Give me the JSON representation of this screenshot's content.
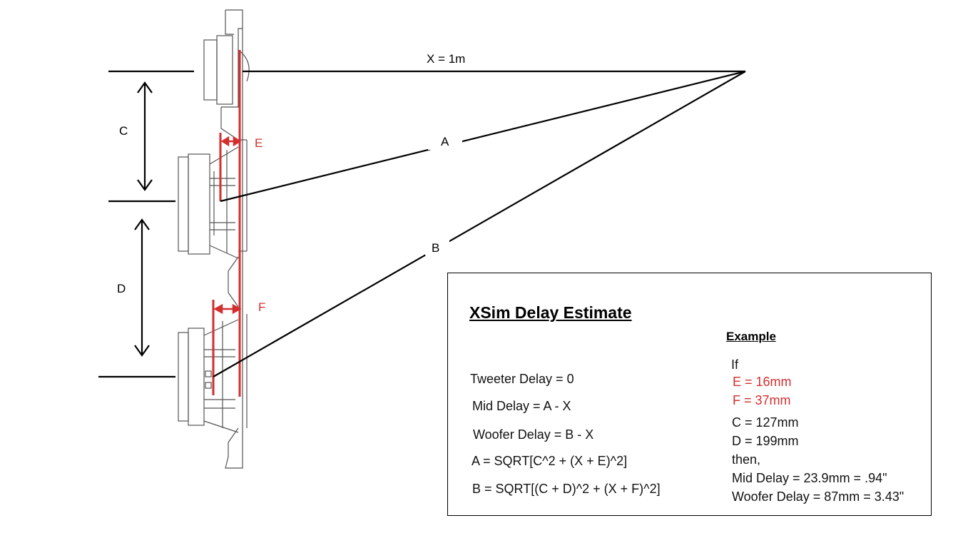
{
  "diagram": {
    "labels": {
      "x": "X = 1m",
      "a": "A",
      "b": "B",
      "c": "C",
      "d": "D",
      "e": "E",
      "f": "F"
    },
    "colors": {
      "line": "#000000",
      "accent": "#d32f2f",
      "drawing": "#555555"
    }
  },
  "panel": {
    "title": "XSim Delay Estimate",
    "equations": [
      "Tweeter Delay = 0",
      "Mid Delay = A - X",
      "Woofer Delay = B - X",
      "A = SQRT[C^2 + (X + E)^2]",
      "B = SQRT[(C + D)^2 + (X + F)^2]"
    ],
    "example": {
      "heading": "Example",
      "lines": [
        "If",
        "E = 16mm",
        "F = 37mm",
        "C = 127mm",
        "D = 199mm",
        "then,",
        "Mid Delay = 23.9mm = .94\"",
        "Woofer Delay = 87mm = 3.43\""
      ]
    }
  }
}
